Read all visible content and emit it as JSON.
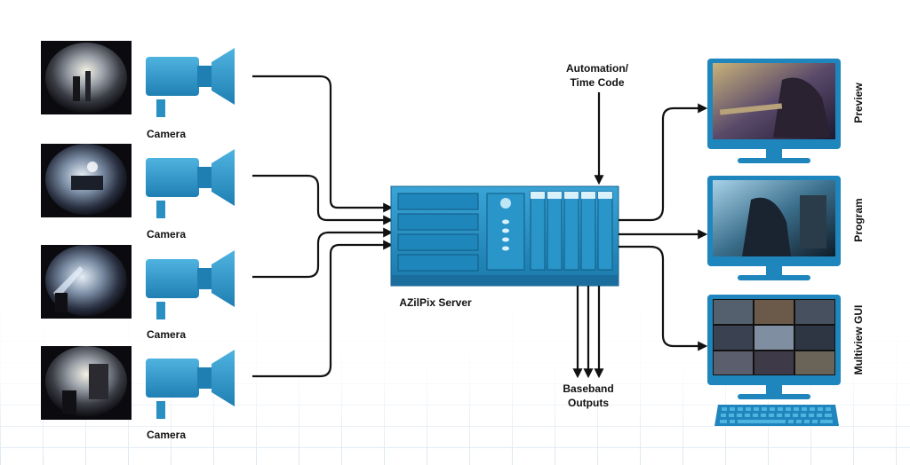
{
  "colors": {
    "device_blue": "#2a8fc2",
    "device_dark": "#16648f",
    "arrow": "#111111",
    "grid": "#dbe6f0"
  },
  "cameras": [
    {
      "label": "Camera",
      "scene": "stage-fisheye-1"
    },
    {
      "label": "Camera",
      "scene": "stage-fisheye-2"
    },
    {
      "label": "Camera",
      "scene": "stage-fisheye-3"
    },
    {
      "label": "Camera",
      "scene": "stage-fisheye-4"
    }
  ],
  "server": {
    "label": "AZilPix Server"
  },
  "automation": {
    "line1": "Automation/",
    "line2": "Time Code"
  },
  "baseband": {
    "line1": "Baseband",
    "line2": "Outputs"
  },
  "monitors": [
    {
      "label": "Preview",
      "scene": "bass-player"
    },
    {
      "label": "Program",
      "scene": "guitar-player"
    },
    {
      "label": "Multiview GUI",
      "scene": "multiview-grid"
    }
  ],
  "icons": [
    "camera-icon",
    "server-icon",
    "monitor-icon",
    "keyboard-icon"
  ]
}
